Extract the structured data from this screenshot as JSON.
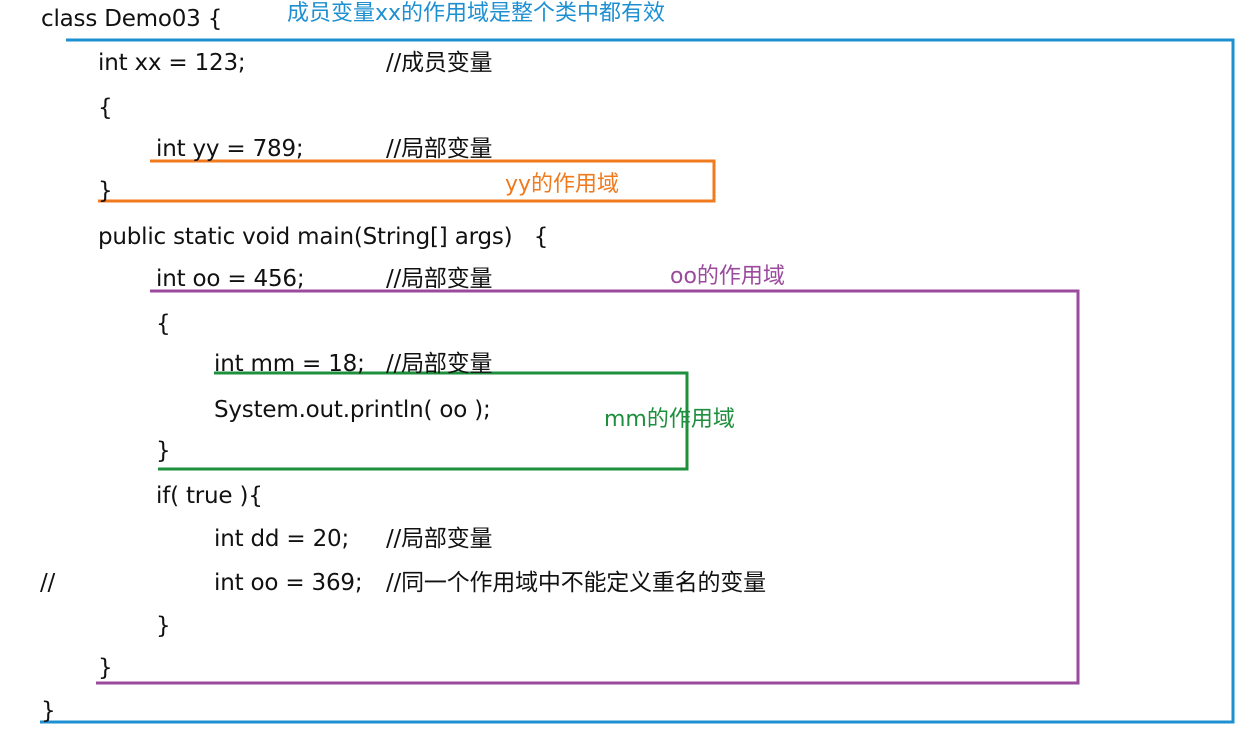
{
  "colors": {
    "text": "#111111",
    "blue": "#1e90d2",
    "orange": "#f07a1e",
    "purple": "#9b4a9e",
    "green": "#1e8f3c"
  },
  "code": {
    "class_decl": "class Demo03 {",
    "xx_decl": "int xx = 123;",
    "xx_comment": "//成员变量",
    "brace_open_block": "{",
    "yy_decl": "int yy = 789;",
    "yy_comment": "//局部变量",
    "brace_close_block": "}",
    "main_decl": "public static void main(String[] args)   {",
    "oo_decl": "int oo = 456;",
    "oo_comment": "//局部变量",
    "brace_open_inner": "{",
    "mm_decl": "int mm = 18;",
    "mm_comment": "//局部变量",
    "println": "System.out.println( oo );",
    "brace_close_inner": "}",
    "if_decl": "if( true ){",
    "dd_decl": "int dd = 20;",
    "dd_comment": "//局部变量",
    "comment_marker": "//",
    "oo2_decl": "int oo = 369;",
    "oo2_comment": "//同一个作用域中不能定义重名的变量",
    "brace_close_if": "}",
    "brace_close_main": "}",
    "brace_close_class": "}"
  },
  "annotations": {
    "xx_scope": "成员变量xx的作用域是整个类中都有效",
    "yy_scope": "yy的作用域",
    "oo_scope": "oo的作用域",
    "mm_scope": "mm的作用域"
  }
}
